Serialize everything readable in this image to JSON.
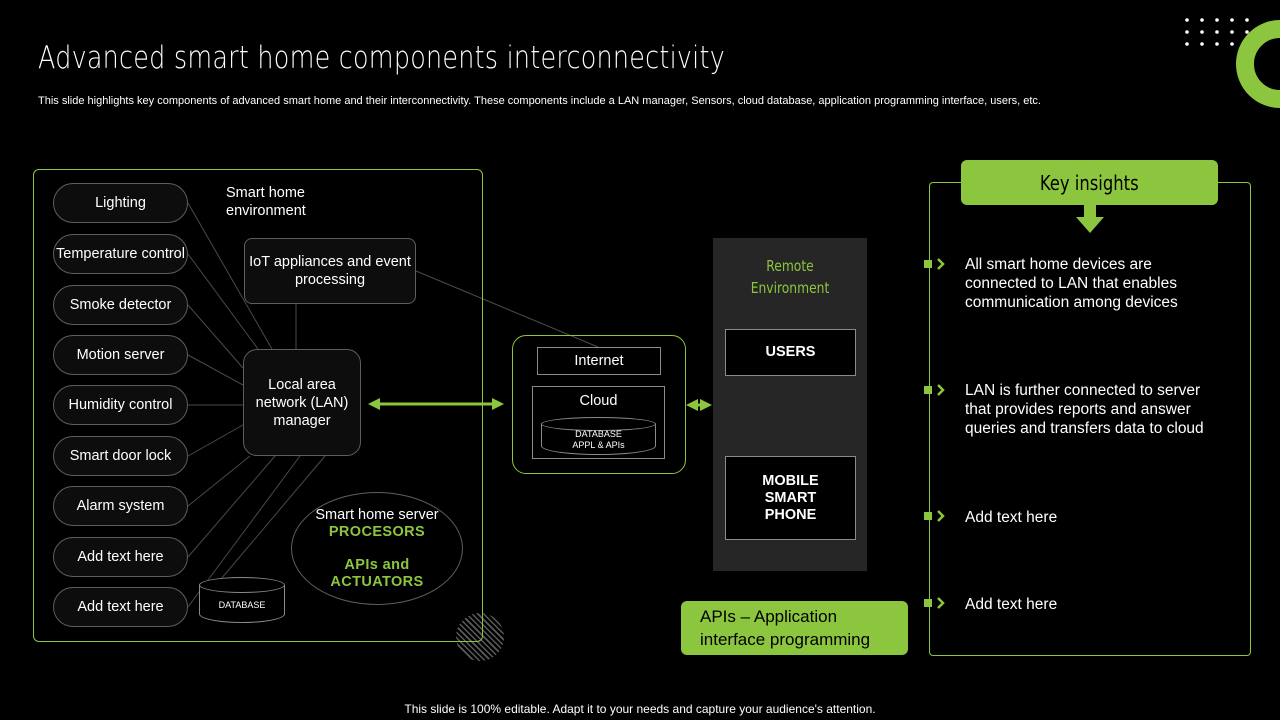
{
  "header": {
    "title": "Advanced smart home components interconnectivity",
    "subtitle": "This slide highlights key components of advanced smart home and their interconnectivity. These components include a LAN manager, Sensors, cloud database, application programming interface, users, etc."
  },
  "smart_home": {
    "env_label_line1": "Smart home",
    "env_label_line2": "environment",
    "devices": [
      {
        "label": "Lighting"
      },
      {
        "label": "Temperature control"
      },
      {
        "label": "Smoke detector"
      },
      {
        "label": "Motion server"
      },
      {
        "label": "Humidity control"
      },
      {
        "label": "Smart door lock"
      },
      {
        "label": "Alarm system"
      },
      {
        "label": "Add text here"
      },
      {
        "label": "Add text here"
      }
    ],
    "iot_label": "IoT appliances and event processing",
    "lan_label": "Local area network (LAN) manager",
    "server": {
      "line1": "Smart home server",
      "line2": "PROCESORS",
      "line3": "APIs and",
      "line4": "ACTUATORS"
    },
    "database_label": "DATABASE"
  },
  "cloud_section": {
    "internet_label": "Internet",
    "cloud_label": "Cloud",
    "db_line1": "DATABASE",
    "db_line2": "APPL & APIs"
  },
  "remote": {
    "title_line1": "Remote",
    "title_line2": "Environment",
    "users_label": "USERS",
    "mobile_label": "MOBILE SMART PHONE"
  },
  "apis_note": {
    "line1": "APIs – Application",
    "line2": "interface programming"
  },
  "insights": {
    "header": "Key insights",
    "items": [
      {
        "text": "All smart home devices are connected to LAN that enables communication among devices"
      },
      {
        "text": "LAN is further  connected to server that provides reports and answer queries and transfers data to cloud"
      },
      {
        "text": "Add text here"
      },
      {
        "text": "Add text here"
      }
    ]
  },
  "footer": {
    "text": "This slide is 100% editable. Adapt it to your needs and capture your audience's attention."
  },
  "colors": {
    "accent": "#8cc63f",
    "background": "#000000",
    "panel": "#262626",
    "text": "#ffffff"
  }
}
